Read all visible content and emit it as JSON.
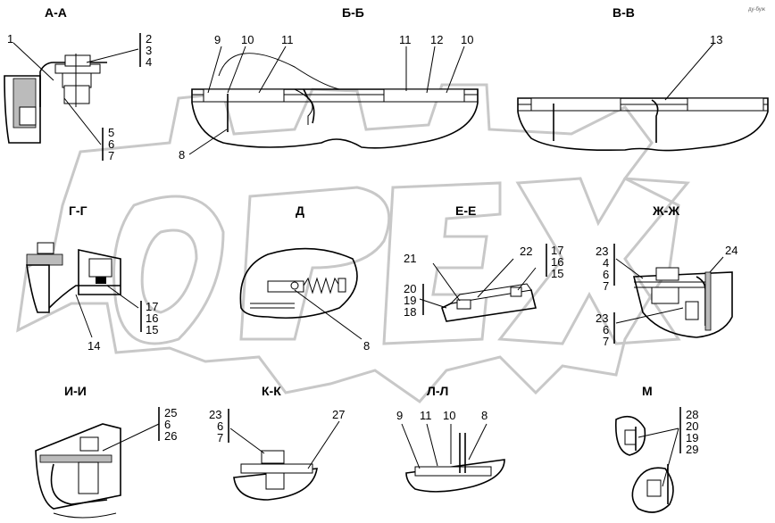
{
  "corner_mark": "ду-буж",
  "views": [
    {
      "title": "А-А",
      "callouts": [
        "1"
      ],
      "stack_top": [
        "2",
        "3",
        "4"
      ],
      "stack_bottom": [
        "5",
        "6",
        "7"
      ]
    },
    {
      "title": "Б-Б",
      "callouts": [
        "9",
        "10",
        "11",
        "11",
        "12",
        "10",
        "8"
      ]
    },
    {
      "title": "В-В",
      "callouts": [
        "13"
      ]
    },
    {
      "title": "Г-Г",
      "callouts": [
        "14"
      ],
      "stack": [
        "17",
        "16",
        "15"
      ]
    },
    {
      "title": "Д",
      "callouts": [
        "8"
      ]
    },
    {
      "title": "Е-Е",
      "callouts": [
        "21",
        "22"
      ],
      "stack_right": [
        "17",
        "16",
        "15"
      ],
      "stack_left": [
        "20",
        "19",
        "18"
      ]
    },
    {
      "title": "Ж-Ж",
      "callouts": [
        "24"
      ],
      "stack_top": [
        "23",
        "4",
        "6",
        "7"
      ],
      "stack_bottom": [
        "23",
        "6",
        "7"
      ]
    },
    {
      "title": "И-И",
      "stack": [
        "25",
        "6",
        "26"
      ]
    },
    {
      "title": "К-К",
      "callouts": [
        "27"
      ],
      "stack": [
        "23",
        "6",
        "7"
      ]
    },
    {
      "title": "Л-Л",
      "callouts": [
        "9",
        "11",
        "10",
        "8"
      ]
    },
    {
      "title": "М",
      "stack": [
        "28",
        "20",
        "19",
        "29"
      ]
    }
  ]
}
